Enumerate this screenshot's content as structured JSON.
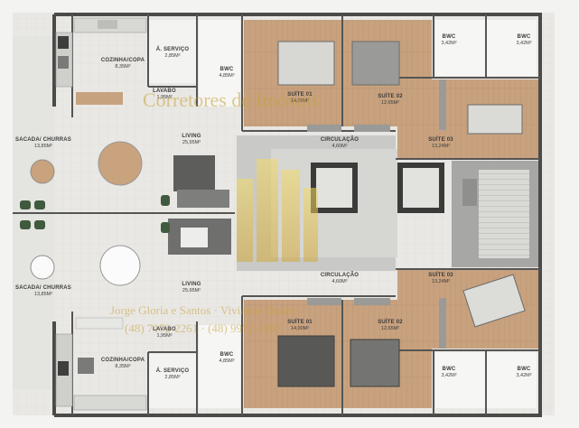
{
  "rooms": {
    "cozinha_top": {
      "name": "COZINHA/COPA",
      "area": "8,35M²"
    },
    "servico_top": {
      "name": "Á. SERVIÇO",
      "area": "2,85M²"
    },
    "bwc_top_left": {
      "name": "BWC",
      "area": "4,85M²"
    },
    "lavabo_top": {
      "name": "LAVABO",
      "area": "1,95M²"
    },
    "suite01_top": {
      "name": "SUÍTE 01",
      "area": "14,00M²"
    },
    "suite02_top": {
      "name": "SUÍTE 02",
      "area": "12,65M²"
    },
    "bwc_tr_a": {
      "name": "BWC",
      "area": "3,42M²"
    },
    "bwc_tr_b": {
      "name": "BWC",
      "area": "3,42M²"
    },
    "suite03_top": {
      "name": "SUÍTE 03",
      "area": "13,24M²"
    },
    "sacada_top": {
      "name": "SACADA/ CHURRAS",
      "area": "13,85M²"
    },
    "living_top": {
      "name": "LIVING",
      "area": "25,95M²"
    },
    "circ_top": {
      "name": "CIRCULAÇÃO",
      "area": "4,60M²"
    },
    "sacada_bot": {
      "name": "SACADA/ CHURRAS",
      "area": "13,85M²"
    },
    "living_bot": {
      "name": "LIVING",
      "area": "25,95M²"
    },
    "circ_bot": {
      "name": "CIRCULAÇÃO",
      "area": "4,60M²"
    },
    "suite03_bot": {
      "name": "SUÍTE 03",
      "area": "13,24M²"
    },
    "lavabo_bot": {
      "name": "LAVABO",
      "area": "1,95M²"
    },
    "cozinha_bot": {
      "name": "COZINHA/COPA",
      "area": "8,35M²"
    },
    "servico_bot": {
      "name": "Á. SERVIÇO",
      "area": "2,85M²"
    },
    "bwc_bot_left": {
      "name": "BWC",
      "area": "4,85M²"
    },
    "suite01_bot": {
      "name": "SUÍTE 01",
      "area": "14,00M²"
    },
    "suite02_bot": {
      "name": "SUÍTE 02",
      "area": "12,65M²"
    },
    "bwc_br_a": {
      "name": "BWC",
      "area": "3,42M²"
    },
    "bwc_br_b": {
      "name": "BWC",
      "area": "3,42M²"
    }
  },
  "watermark": {
    "line1": "Corretores de Imóveis",
    "line2": "Jorge Gloria e Santos · Vivianne Duarte",
    "line3": "(48) 7172-2261 · (48) 9972-4207"
  },
  "colors": {
    "wall": "#4a4a48",
    "floor": "#ecebe7",
    "wood": "#c9a27e",
    "watermark": "#d7b24a"
  }
}
